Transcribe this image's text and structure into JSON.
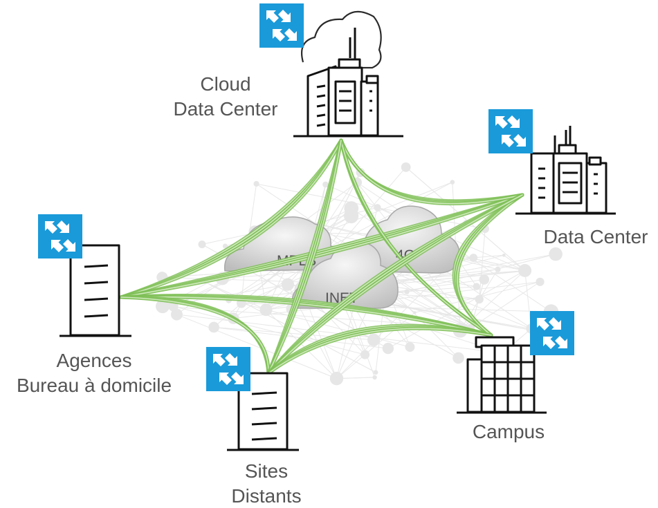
{
  "colors": {
    "router_blue": "#1a9ad9",
    "link_green": "#7fbf57",
    "label_gray": "#555555",
    "cloud_gray": "#c9c9c9"
  },
  "sites": {
    "cloud_dc": {
      "line1": "Cloud",
      "line2": "Data Center",
      "icon": "cloud-building-icon"
    },
    "data_center": {
      "line1": "Data Center",
      "icon": "office-building-icon"
    },
    "branches": {
      "line1": "Agences",
      "line2": "Bureau à domicile",
      "icon": "branch-building-icon"
    },
    "remote_sites": {
      "line1": "Sites",
      "line2": "Distants",
      "icon": "branch-building-icon"
    },
    "campus": {
      "line1": "Campus",
      "icon": "campus-building-icon"
    }
  },
  "transports": {
    "mpls": "MPLS",
    "lte": "4G",
    "inet": "INET"
  },
  "router_icon": "router-icon"
}
